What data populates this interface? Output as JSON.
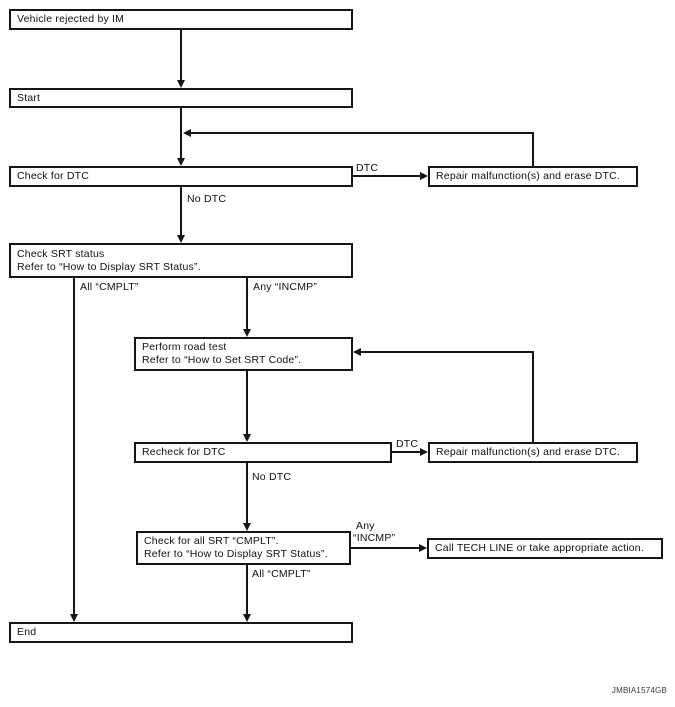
{
  "figure": {
    "code": "JMBIA1574GB",
    "background_color": "#ffffff",
    "line_color": "#161616"
  },
  "nodes": {
    "vehicle_rejected": {
      "label": "Vehicle rejected by IM"
    },
    "start": {
      "label": "Start"
    },
    "check_dtc": {
      "label": "Check for DTC"
    },
    "repair_1": {
      "label": "Repair malfunction(s) and erase DTC."
    },
    "check_srt": {
      "line1": "Check SRT status",
      "line2": "Refer to “How to Display SRT Status”."
    },
    "road_test": {
      "line1": "Perform road test",
      "line2": "Refer to “How to Set SRT Code”."
    },
    "recheck_dtc": {
      "label": "Recheck for DTC"
    },
    "repair_2": {
      "label": "Repair malfunction(s) and erase DTC."
    },
    "check_all_srt": {
      "line1": "Check for all SRT “CMPLT”.",
      "line2": "Refer to “How to Display SRT Status”."
    },
    "call_tech_line": {
      "label": "Call TECH LINE or take appropriate action."
    },
    "end": {
      "label": "End"
    }
  },
  "edge_labels": {
    "dtc_1": "DTC",
    "no_dtc_1": "No DTC",
    "all_cmplt_1": "All “CMPLT”",
    "any_incmp_1": "Any “INCMP”",
    "dtc_2": "DTC",
    "no_dtc_2": "No DTC",
    "any_incmp_2_line1": "Any",
    "any_incmp_2_line2": "“INCMP”",
    "all_cmplt_2": "All “CMPLT”"
  }
}
